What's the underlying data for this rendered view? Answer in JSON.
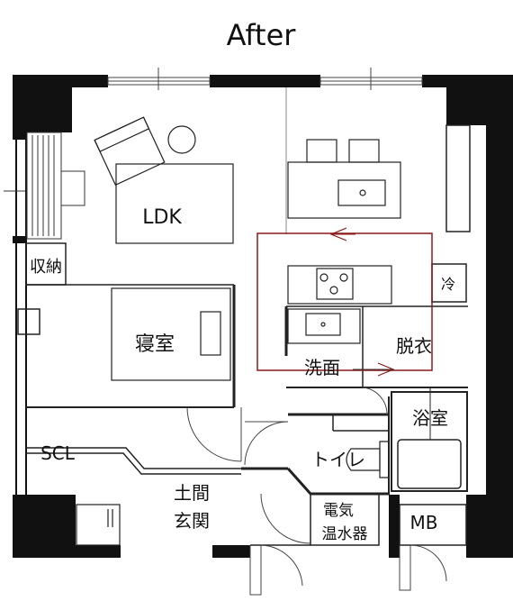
{
  "title": "After",
  "rooms": {
    "ldk": "LDK",
    "storage": "収納",
    "bedroom": "寝室",
    "washroom": "洗面",
    "dressing": "脱衣",
    "bathroom": "浴室",
    "scl": "SCL",
    "toilet": "トイレ",
    "earth_floor": "土間",
    "entrance": "玄関",
    "water_heater_line1": "電気",
    "water_heater_line2": "温水器",
    "mb": "MB",
    "fridge": "冷"
  },
  "colors": {
    "wall": "#111111",
    "line": "#333333",
    "highlight": "#8b1a1a"
  }
}
